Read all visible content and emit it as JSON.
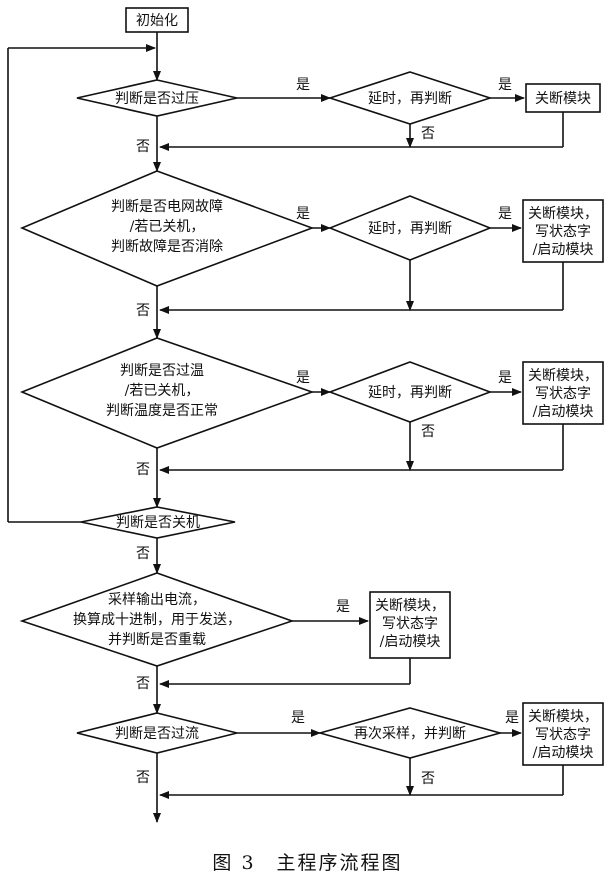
{
  "caption": "图 3　主程序流程图",
  "labels": {
    "yes": "是",
    "no": "否"
  },
  "nodes": {
    "init": "初始化",
    "check_overvoltage": "判断是否过压",
    "delay_recheck_1": "延时，再判断",
    "shutdown_1": "关断模块",
    "check_grid_fault": [
      "判断是否电网故障",
      "/若已关机，",
      "判断故障是否消除"
    ],
    "delay_recheck_2": "延时，再判断",
    "action_2": [
      "关断模块，",
      "写状态字",
      "/启动模块"
    ],
    "check_overtemp": [
      "判断是否过温",
      "/若已关机，",
      "判断温度是否正常"
    ],
    "delay_recheck_3": "延时，再判断",
    "action_3": [
      "关断模块，",
      "写状态字",
      "/启动模块"
    ],
    "check_shutdown": "判断是否关机",
    "sample_current": [
      "采样输出电流，",
      "换算成十进制，用于发送，",
      "并判断是否重载"
    ],
    "action_4": [
      "关断模块，",
      "写状态字",
      "/启动模块"
    ],
    "check_overcurrent": "判断是否过流",
    "resample_recheck": "再次采样，并判断",
    "action_5": [
      "关断模块，",
      "写状态字",
      "/启动模块"
    ]
  }
}
